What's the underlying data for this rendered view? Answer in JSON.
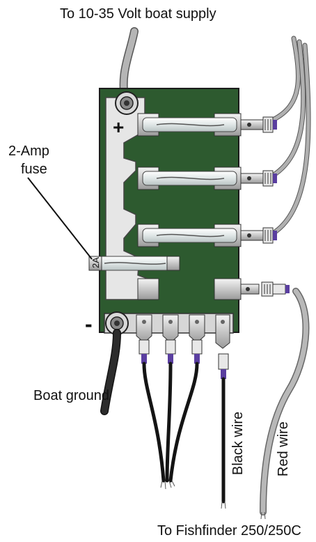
{
  "labels": {
    "supply": "To 10-35 Volt boat supply",
    "fuse_line1": "2-Amp",
    "fuse_line2": "fuse",
    "plus": "+",
    "minus": "-",
    "fuse_tag": "2A",
    "boat_ground": "Boat ground",
    "black_wire": "Black wire",
    "red_wire": "Red wire",
    "fishfinder": "To Fishfinder 250/250C"
  },
  "colors": {
    "board": "#2d5a2f",
    "strip": "#e6e6e6",
    "wire_gray": "#a8a8a8",
    "wire_black": "#141414",
    "connector_band": "#5a3ea0"
  }
}
